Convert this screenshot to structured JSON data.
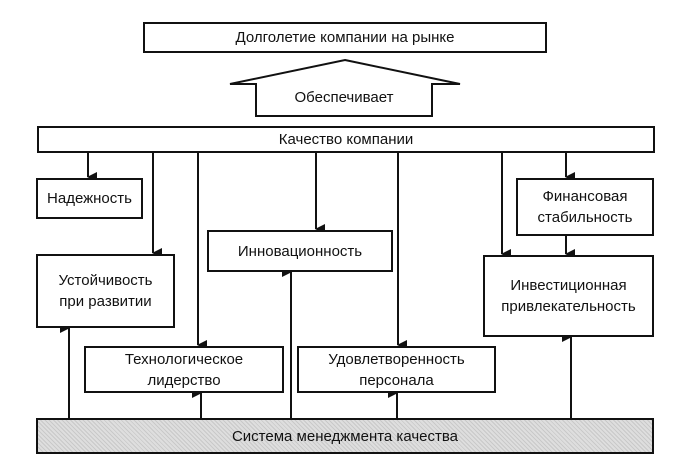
{
  "diagram": {
    "top_box": "Долголетие компании на рынке",
    "arrow_label": "Обеспечивает",
    "quality_bar": "Качество компании",
    "boxes": {
      "reliability": "Надежность",
      "financial": "Финансовая стабильность",
      "innovation": "Инновационность",
      "stability": "Устойчивость при развитии",
      "investment": "Инвестиционная привлекательность",
      "tech": "Технологическое лидерство",
      "staff": "Удовлетворенность персонала"
    },
    "system_bar": "Система менеджмента качества",
    "edges": [
      {
        "from": "quality_bar",
        "to": "reliability"
      },
      {
        "from": "quality_bar",
        "to": "stability"
      },
      {
        "from": "quality_bar",
        "to": "tech"
      },
      {
        "from": "quality_bar",
        "to": "innovation"
      },
      {
        "from": "quality_bar",
        "to": "staff"
      },
      {
        "from": "quality_bar",
        "to": "investment"
      },
      {
        "from": "quality_bar",
        "to": "financial"
      },
      {
        "from": "financial",
        "to": "investment"
      },
      {
        "from": "system_bar",
        "to": "stability"
      },
      {
        "from": "system_bar",
        "to": "tech"
      },
      {
        "from": "system_bar",
        "to": "innovation"
      },
      {
        "from": "system_bar",
        "to": "staff"
      },
      {
        "from": "system_bar",
        "to": "investment"
      },
      {
        "from": "quality_bar",
        "to": "top_box",
        "label": "Обеспечивает"
      }
    ]
  }
}
